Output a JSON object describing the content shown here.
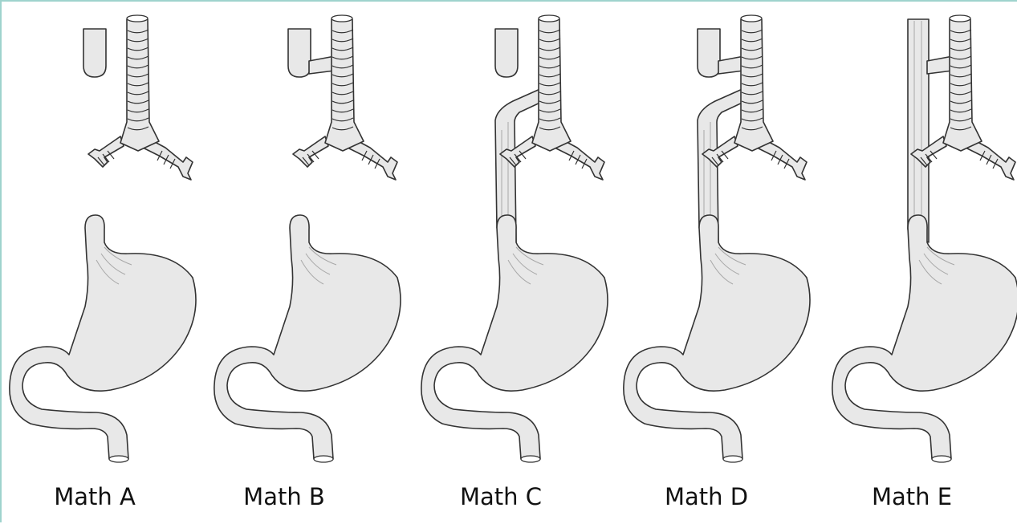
{
  "panels": [
    {
      "label": "Math A",
      "upper_pouch": true,
      "upper_fistula": false,
      "lower_fistula": false
    },
    {
      "label": "Math B",
      "upper_pouch": true,
      "upper_fistula": true,
      "lower_fistula": false
    },
    {
      "label": "Math C",
      "upper_pouch": true,
      "upper_fistula": false,
      "lower_fistula": true
    },
    {
      "label": "Math D",
      "upper_pouch": true,
      "upper_fistula": true,
      "lower_fistula": true
    },
    {
      "label": "Math E",
      "upper_pouch": false,
      "upper_fistula": true,
      "lower_fistula": false
    }
  ]
}
